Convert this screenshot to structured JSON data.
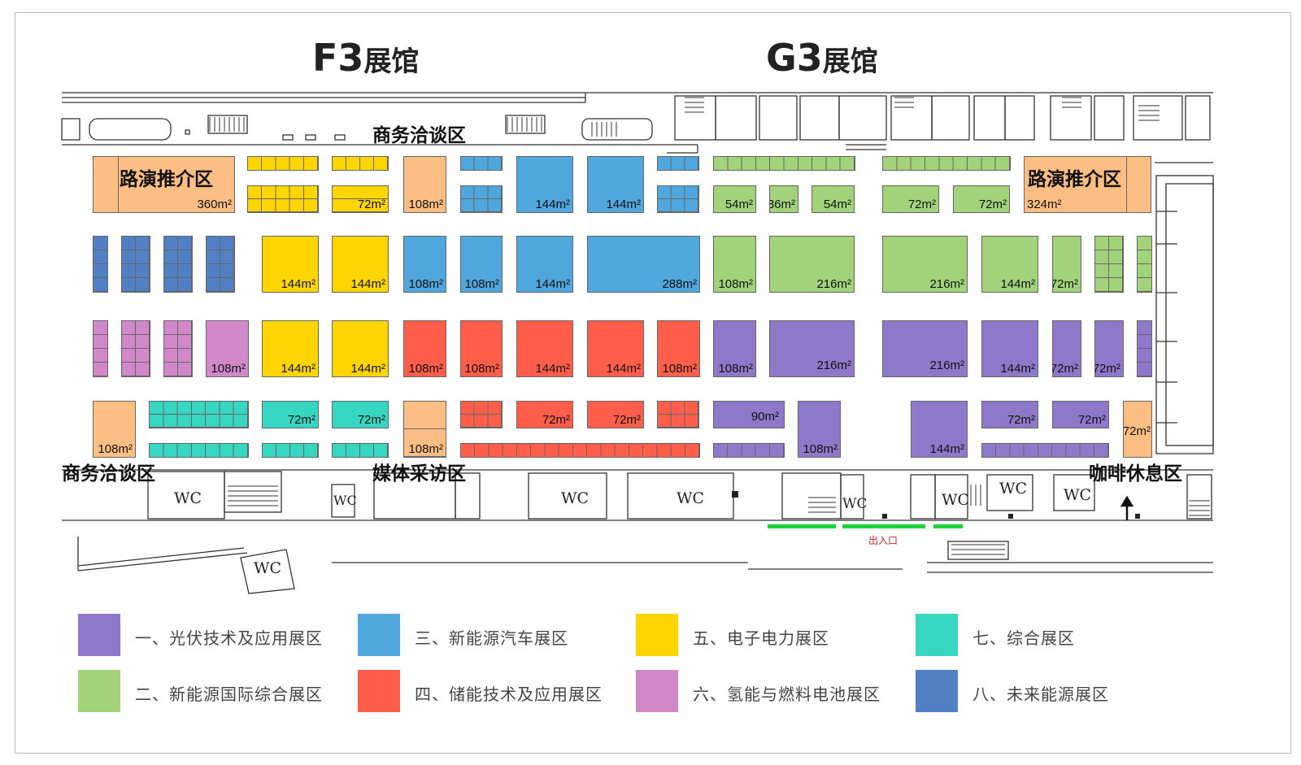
{
  "halls": [
    {
      "id": "f3",
      "code": "F3",
      "suffix": "展馆"
    },
    {
      "id": "g3",
      "code": "G3",
      "suffix": "展馆"
    }
  ],
  "zones": {
    "business_top": "商务洽谈区",
    "business_bottom": "商务洽谈区",
    "media": "媒体采访区",
    "coffee": "咖啡休息区",
    "roadshow_left": "路演推介区",
    "roadshow_right": "路演推介区"
  },
  "entrance": "出入口",
  "wc_label": "WC",
  "colors": {
    "pv": "#8E78CA",
    "intl": "#A2D37B",
    "ev": "#4FA7DE",
    "storage": "#FF5F4A",
    "power": "#FFD500",
    "hydrogen": "#D088C8",
    "general": "#36D6C1",
    "future": "#5180C4",
    "roadshow": "#FDBE84"
  },
  "booth_areas": {
    "r1_360": "360m²",
    "r1_72": "72m²",
    "r1_108": "108m²",
    "r1_144a": "144m²",
    "r1_144b": "144m²",
    "r1_54a": "54m²",
    "r1_36": "36m²",
    "r1_54b": "54m²",
    "r1_72a": "72m²",
    "r1_72b": "72m²",
    "r1_324": "324m²",
    "r2_144a": "144m²",
    "r2_144b": "144m²",
    "r2_108a": "108m²",
    "r2_108b": "108m²",
    "r2_144c": "144m²",
    "r2_288": "288m²",
    "r2_108c": "108m²",
    "r2_216a": "216m²",
    "r2_216b": "216m²",
    "r2_144d": "144m²",
    "r2_72": "72m²",
    "r3_108a": "108m²",
    "r3_144a": "144m²",
    "r3_144b": "144m²",
    "r3_108b": "108m²",
    "r3_108c": "108m²",
    "r3_144c": "144m²",
    "r3_144d": "144m²",
    "r3_108d": "108m²",
    "r3_108e": "108m²",
    "r3_216a": "216m²",
    "r3_216b": "216m²",
    "r3_144e": "144m²",
    "r3_72a": "72m²",
    "r3_72b": "72m²",
    "r4_108a": "108m²",
    "r4_72a": "72m²",
    "r4_72b": "72m²",
    "r4_108b": "108m²",
    "r4_72c": "72m²",
    "r4_72d": "72m²",
    "r4_90": "90m²",
    "r4_108c": "108m²",
    "r4_144": "144m²",
    "r4_72e": "72m²",
    "r4_72f": "72m²",
    "r4_72g": "72m²"
  },
  "legend": [
    {
      "label": "一、光伏技术及应用展区",
      "color": "#8E78CA"
    },
    {
      "label": "二、新能源国际综合展区",
      "color": "#A2D37B"
    },
    {
      "label": "三、新能源汽车展区",
      "color": "#4FA7DE"
    },
    {
      "label": "四、储能技术及应用展区",
      "color": "#FF5F4A"
    },
    {
      "label": "五、电子电力展区",
      "color": "#FFD500"
    },
    {
      "label": "六、氢能与燃料电池展区",
      "color": "#D088C8"
    },
    {
      "label": "七、综合展区",
      "color": "#36D6C1"
    },
    {
      "label": "八、未来能源展区",
      "color": "#5180C4"
    }
  ]
}
